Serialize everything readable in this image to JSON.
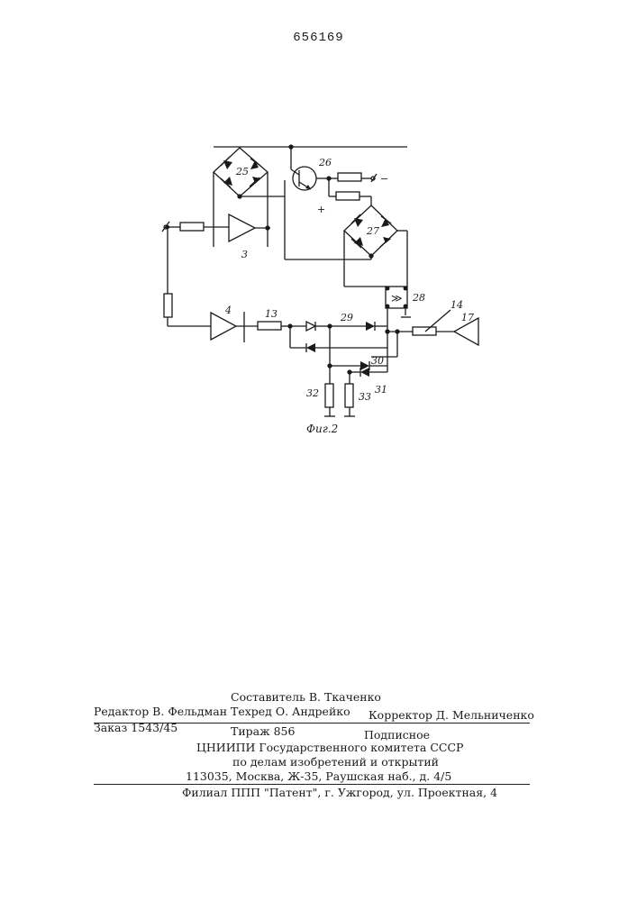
{
  "header": {
    "patent_number": "656169"
  },
  "figure": {
    "caption": "Фиг.2",
    "labels": {
      "bridge_top": "25",
      "transistor": "26",
      "bridge_right": "27",
      "comparator_block": "28",
      "comparator_symbol": "≫",
      "amp_3": "3",
      "amp_4": "4",
      "res_13": "13",
      "res_14": "14",
      "amp_17": "17",
      "node_29": "29",
      "diode_30": "30",
      "diode_31": "31",
      "res_32": "32",
      "res_33": "33",
      "minus_sign": "−",
      "plus_sign": "+"
    }
  },
  "imprint": {
    "compiler": "Составитель В. Ткаченко",
    "editor": "Редактор В. Фельдман",
    "techred": "Техред О. Андрейко",
    "corrector": "Корректор Д. Мельниченко",
    "order": "Заказ 1543/45",
    "circulation": "Тираж 856",
    "subscription": "Подписное",
    "org_1": "ЦНИИПИ Государственного комитета СССР",
    "org_2": "по делам изобретений и открытий",
    "address": "113035, Москва, Ж-35, Раушская наб., д. 4/5",
    "branch": "Филиал ППП \"Патент\", г. Ужгород, ул. Проектная, 4"
  }
}
